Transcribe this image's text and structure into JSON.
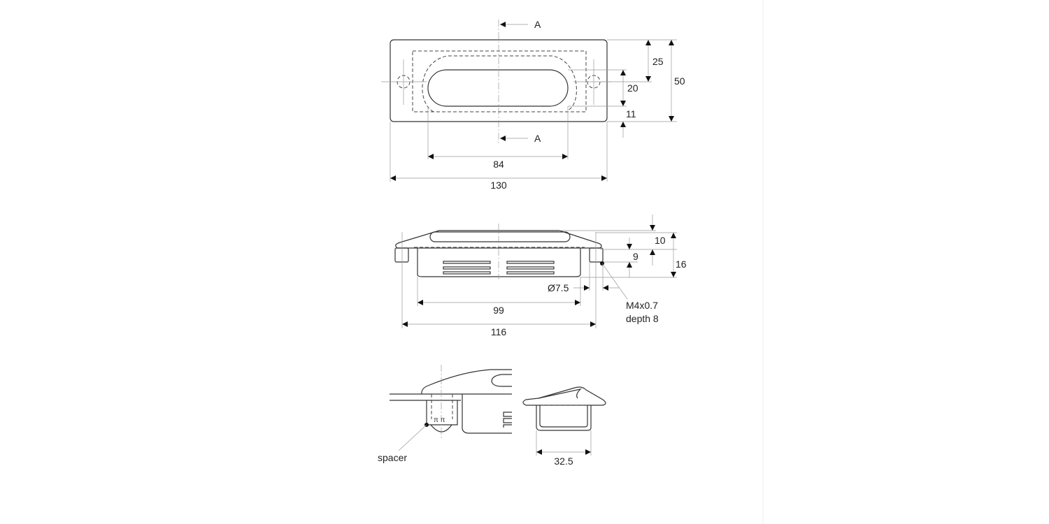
{
  "drawing": {
    "top_view": {
      "section_label_top": "A",
      "section_label_bottom": "A",
      "dimensions": {
        "slot_length": "84",
        "overall_length": "130",
        "hole_offset": "25",
        "overall_width": "50",
        "slot_width": "20",
        "slot_edge_offset": "11"
      }
    },
    "front_view": {
      "dimensions": {
        "body_length": "99",
        "hole_spacing": "116",
        "overall_height": "10",
        "boss_height": "9",
        "total_height": "16",
        "boss_diameter": "Ø7.5"
      },
      "thread_note": [
        "M4x0.7",
        "depth 8"
      ]
    },
    "detail_view": {
      "spacer_label": "spacer",
      "inner_width": "32.5"
    }
  }
}
